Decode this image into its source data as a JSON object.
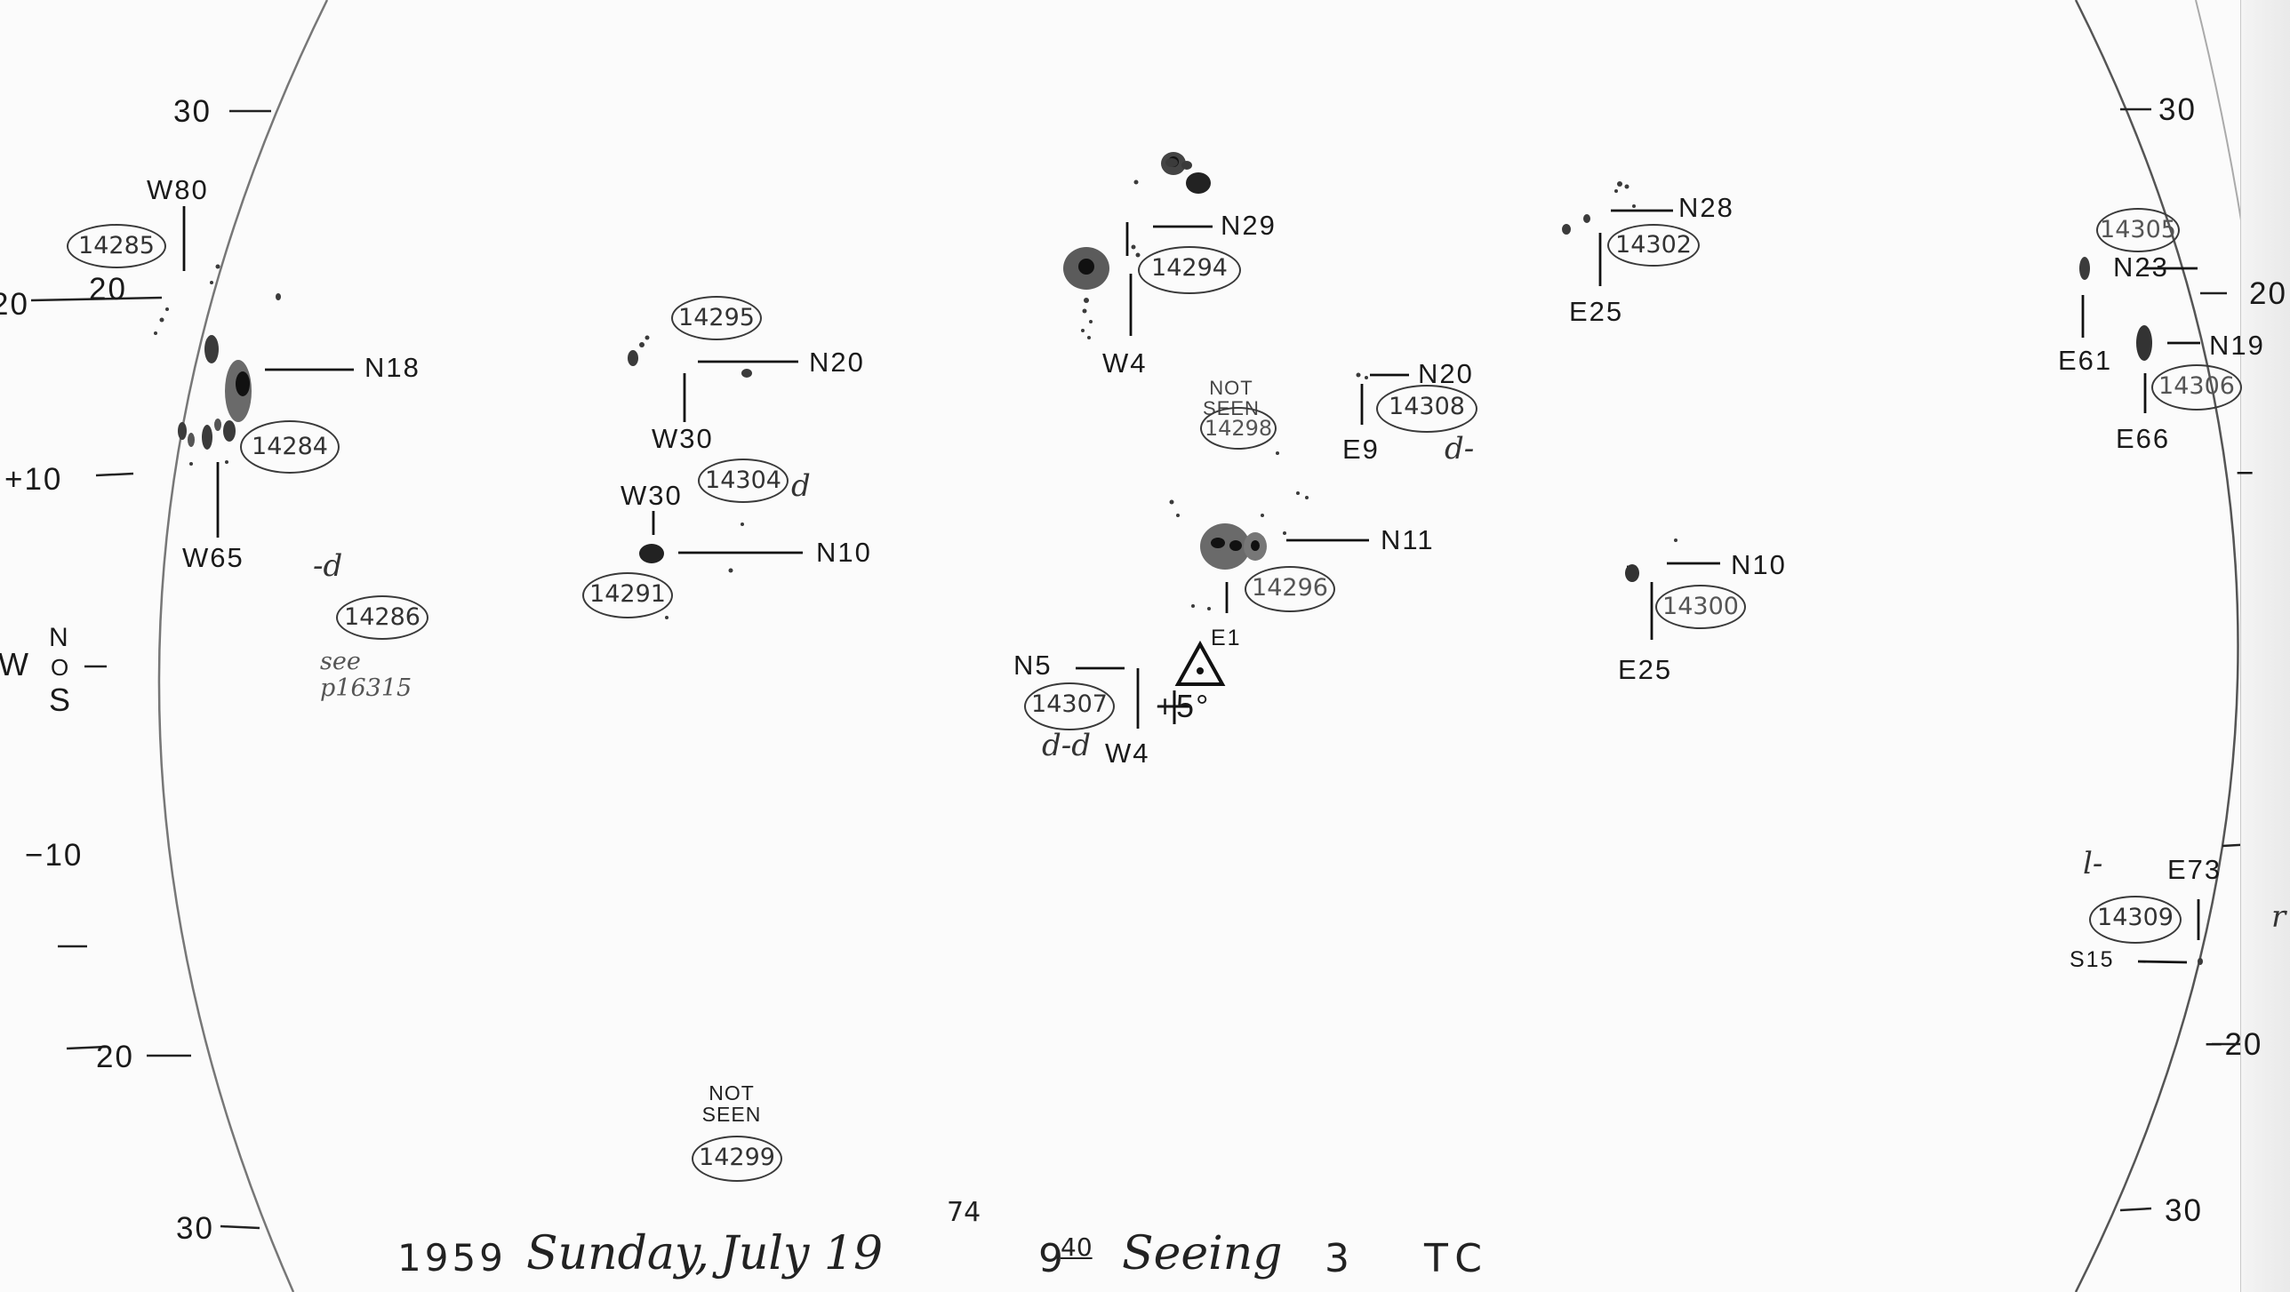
{
  "date_line": {
    "year": "1959",
    "day": "Sunday,",
    "month_day": "July 19",
    "day_frac": "74",
    "time_h": "9",
    "time_m": "40",
    "seeing_label": "Seeing",
    "seeing_value": "3",
    "observer": "TC"
  },
  "limb_ticks": {
    "l_30_top": "30",
    "l_20_top": "20",
    "l_20_mark": "20",
    "l_p10": "+10",
    "l_m10": "−10",
    "l_20_bot": "20",
    "l_30_bot": "30",
    "r_30_top": "30",
    "r_20_top": "20",
    "r_m10": "−",
    "r_20_bot": "−20",
    "r_30_bot": "30"
  },
  "orientation": {
    "w": "W",
    "n": "N",
    "o": "O",
    "s": "S"
  },
  "regions": [
    {
      "number": "14285",
      "lat": "",
      "lon": "W80"
    },
    {
      "number": "14284",
      "lat": "N18",
      "lon": "W65"
    },
    {
      "number": "14286",
      "note": "-d",
      "ref": "see p16315"
    },
    {
      "number": "14295",
      "lat": "N20",
      "lon": "W30"
    },
    {
      "number": "14304",
      "note": "d"
    },
    {
      "number": "14291",
      "lat": "N10",
      "lon": "W30"
    },
    {
      "number": "14294",
      "lat": "N29",
      "lon": "W4"
    },
    {
      "number": "14298",
      "status": "NOT SEEN"
    },
    {
      "number": "14296",
      "lat": "N11",
      "lon": "E1"
    },
    {
      "number": "14307",
      "lat": "N5",
      "lon": "W4",
      "note": "d-d"
    },
    {
      "number": "14302",
      "lat": "N28",
      "lon": "E25"
    },
    {
      "number": "14308",
      "lat": "N20",
      "lon": "E9",
      "note": "d-"
    },
    {
      "number": "14300",
      "lat": "N10",
      "lon": "E25"
    },
    {
      "number": "14305",
      "lat": "N23",
      "lon": "E61"
    },
    {
      "number": "14306",
      "lat": "N19",
      "lon": "E66"
    },
    {
      "number": "14309",
      "lat": "S15",
      "lon": "E73",
      "note": "l-"
    },
    {
      "number": "14299",
      "status": "NOT SEEN"
    }
  ],
  "center_mark": {
    "label": "+5°"
  },
  "margin_marks": {
    "right_letter": "r"
  }
}
